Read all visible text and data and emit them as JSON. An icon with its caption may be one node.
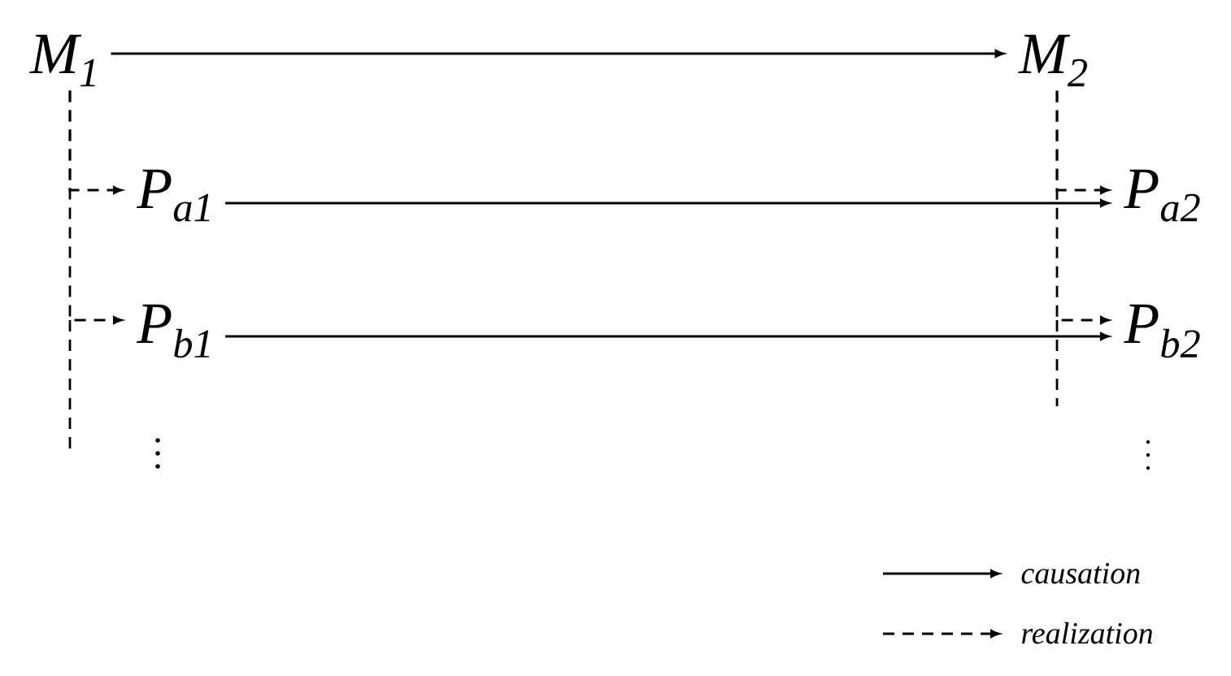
{
  "diagram": {
    "nodes": [
      {
        "text": [
          "M$_{1}$"
        ]
      },
      {
        "text": [
          "M$_{2}$"
        ]
      },
      {
        "text": [
          "P$_{a1}$"
        ]
      },
      {
        "text": [
          "P$_{a2}$"
        ]
      },
      {
        "text": [
          "P$_{b1}$"
        ]
      },
      {
        "text": [
          "P$_{b2}$"
        ]
      }
    ],
    "edges": [
      {
        "from": 0,
        "to": 1,
        "arrow": "to"
      },
      {
        "from": 2,
        "to": 3,
        "arrow": "to"
      },
      {
        "from": 4,
        "to": 5,
        "arrow": "to"
      },
      {
        "from": 0,
        "to": 2,
        "arrow": "to",
        "style": "dashed"
      },
      {
        "from": 0,
        "to": 4,
        "arrow": "to",
        "style": "dashed"
      },
      {
        "from": 1,
        "to": 3,
        "arrow": "to",
        "style": "dashed"
      },
      {
        "from": 1,
        "to": 5,
        "arrow": "to",
        "style": "dashed"
      }
    ],
    "legend": [
      {
        "text": "causation"
      },
      {
        "text": "realization"
      }
    ]
  }
}
